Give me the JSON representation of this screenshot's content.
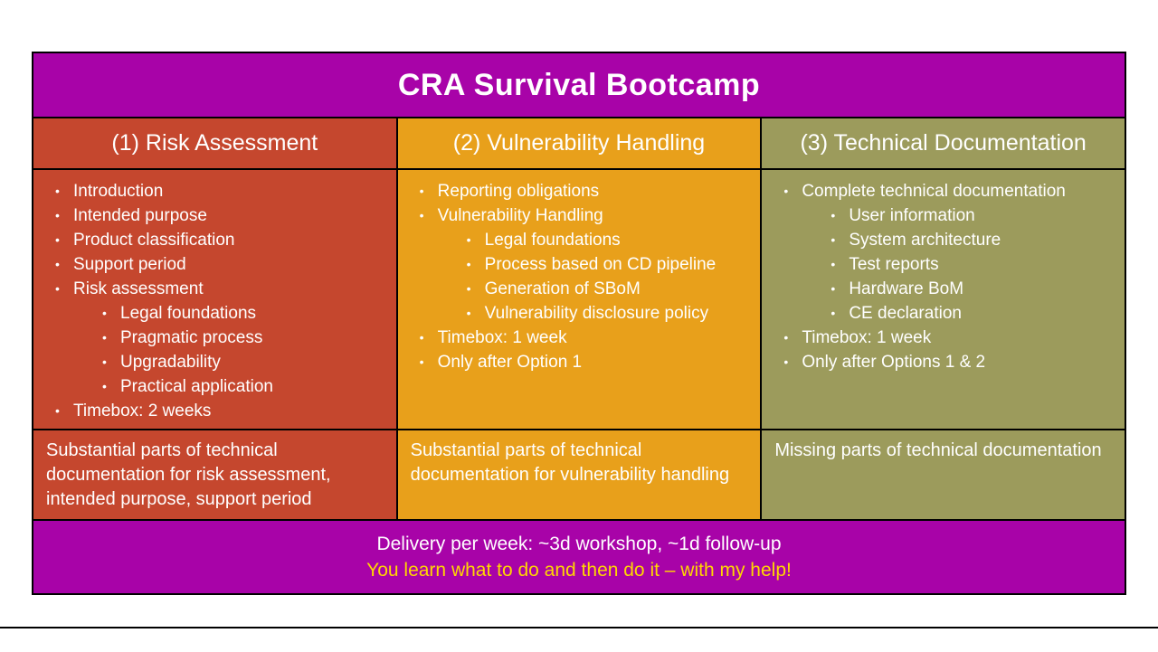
{
  "title": "CRA Survival Bootcamp",
  "colors": {
    "magenta": "#A803A8",
    "column_red": "#C5472E",
    "column_orange": "#E8A01B",
    "column_olive": "#9C9B5C",
    "text_white": "#FFFFFF",
    "text_yellow": "#FFD700",
    "border_black": "#000000"
  },
  "columns": [
    {
      "header": "(1) Risk Assessment",
      "items": [
        {
          "level": 1,
          "text": "Introduction"
        },
        {
          "level": 1,
          "text": "Intended purpose"
        },
        {
          "level": 1,
          "text": "Product classification"
        },
        {
          "level": 1,
          "text": "Support period"
        },
        {
          "level": 1,
          "text": "Risk assessment"
        },
        {
          "level": 2,
          "text": "Legal foundations"
        },
        {
          "level": 2,
          "text": "Pragmatic process"
        },
        {
          "level": 2,
          "text": "Upgradability"
        },
        {
          "level": 2,
          "text": "Practical application"
        },
        {
          "level": 1,
          "text": "Timebox: 2 weeks"
        }
      ],
      "summary": "Substantial parts of technical documentation for risk assessment, intended purpose, support period"
    },
    {
      "header": "(2) Vulnerability Handling",
      "items": [
        {
          "level": 1,
          "text": "Reporting obligations"
        },
        {
          "level": 1,
          "text": "Vulnerability Handling"
        },
        {
          "level": 2,
          "text": "Legal foundations"
        },
        {
          "level": 2,
          "text": "Process based on CD pipeline"
        },
        {
          "level": 2,
          "text": "Generation of SBoM"
        },
        {
          "level": 2,
          "text": "Vulnerability disclosure policy"
        },
        {
          "level": 1,
          "text": "Timebox: 1 week"
        },
        {
          "level": 1,
          "text": "Only after Option 1"
        }
      ],
      "summary": "Substantial parts of technical documentation for vulnerability handling"
    },
    {
      "header": "(3) Technical Documentation",
      "items": [
        {
          "level": 1,
          "text": "Complete technical documentation"
        },
        {
          "level": 2,
          "text": "User information"
        },
        {
          "level": 2,
          "text": "System architecture"
        },
        {
          "level": 2,
          "text": "Test reports"
        },
        {
          "level": 2,
          "text": "Hardware BoM"
        },
        {
          "level": 2,
          "text": "CE declaration"
        },
        {
          "level": 1,
          "text": "Timebox: 1 week"
        },
        {
          "level": 1,
          "text": "Only after Options 1 & 2"
        }
      ],
      "summary": "Missing parts of technical documentation"
    }
  ],
  "footer": {
    "delivery": "Delivery per week: ~3d workshop, ~1d follow-up",
    "tagline": "You learn what to do and then do it – with my help!"
  }
}
